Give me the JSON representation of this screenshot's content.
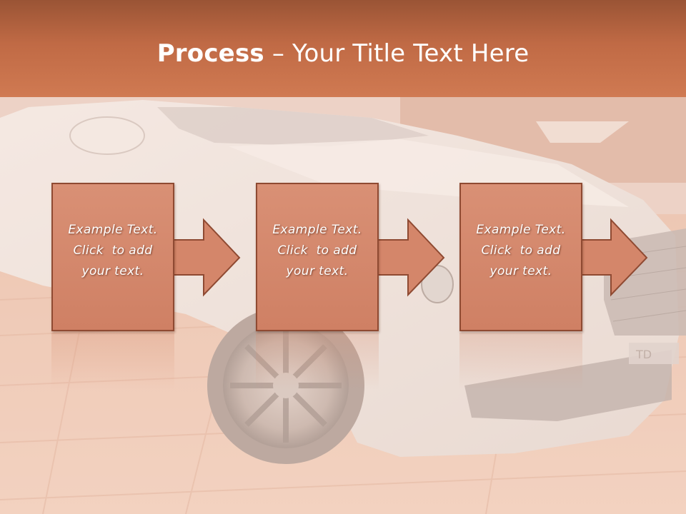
{
  "slide": {
    "title_bold": "Process",
    "title_rest": " – Your Title Text Here"
  },
  "steps": [
    {
      "line1": "Example Text.",
      "line2": "Click  to add",
      "line3": "your text."
    },
    {
      "line1": "Example Text.",
      "line2": "Click  to add",
      "line3": "your text."
    },
    {
      "line1": "Example Text.",
      "line2": "Click  to add",
      "line3": "your text."
    }
  ],
  "colors": {
    "title_bar": "#c06a45",
    "step_fill": "#d4866a",
    "step_border": "#8f4a32",
    "background_tint": "#f2d4c4"
  },
  "background_image": "white luxury car on wooden showroom floor",
  "badge_text": "TD"
}
